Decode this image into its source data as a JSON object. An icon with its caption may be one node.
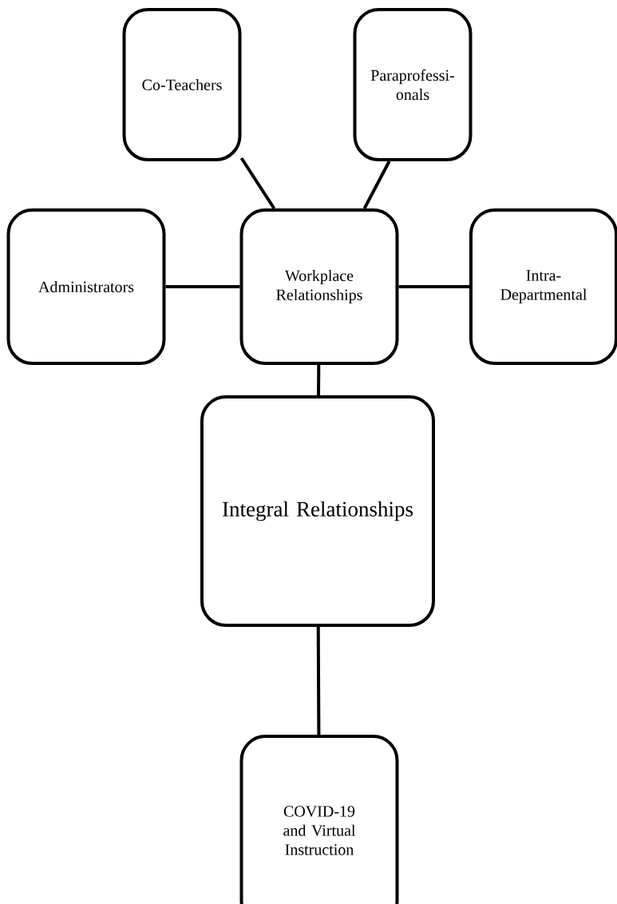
{
  "diagram": {
    "nodes": [
      {
        "text": [
          "Co-Teachers"
        ]
      },
      {
        "text": [
          "Paraprofessi- onals"
        ]
      },
      {
        "text": [
          "Workplace Relationships"
        ]
      },
      {
        "text": [
          "Administrators"
        ]
      },
      {
        "text": [
          "Intra- Departmental"
        ]
      },
      {
        "text": [
          "Integral Relationships"
        ]
      },
      {
        "text": [
          "COVID-19 and Virtual Instruction"
        ]
      }
    ],
    "edges": [
      {
        "from": 2,
        "to": 0,
        "arrow": "none"
      },
      {
        "from": 2,
        "to": 1,
        "arrow": "none"
      },
      {
        "from": 3,
        "to": 2,
        "arrow": "none"
      },
      {
        "from": 2,
        "to": 4,
        "arrow": "none"
      },
      {
        "from": 2,
        "to": 5,
        "arrow": "none"
      },
      {
        "from": 5,
        "to": 6,
        "arrow": "none"
      }
    ]
  }
}
